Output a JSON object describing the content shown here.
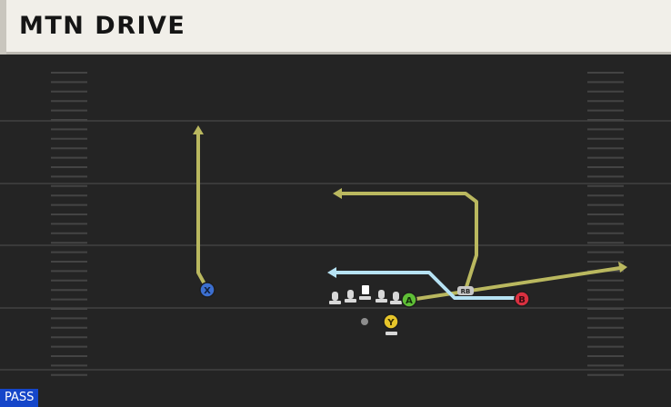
{
  "play": {
    "title": "MTN DRIVE"
  },
  "play_type": {
    "label": "PASS"
  },
  "colors": {
    "route_primary": "#bab85f",
    "route_highlight": "#b6e2f3",
    "button_x": "#3c6fd0",
    "button_a": "#5fbf36",
    "button_b": "#d93040",
    "button_y": "#e7c52a"
  },
  "receivers": [
    {
      "button": "X",
      "icon": "x-button-icon"
    },
    {
      "button": "A",
      "icon": "a-button-icon"
    },
    {
      "button": "B",
      "icon": "b-button-icon"
    },
    {
      "button": "Y",
      "icon": "y-button-icon"
    }
  ],
  "running_back": {
    "label": "RB"
  }
}
